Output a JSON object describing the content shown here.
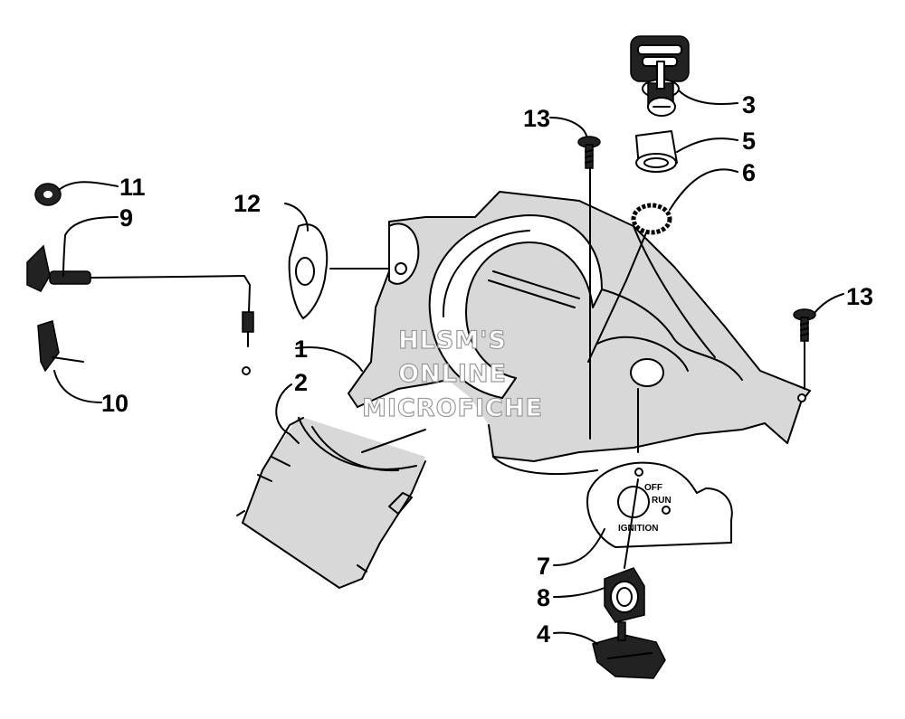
{
  "diagram": {
    "callouts": [
      "1",
      "2",
      "3",
      "4",
      "5",
      "6",
      "7",
      "8",
      "9",
      "10",
      "11",
      "12",
      "13",
      "13"
    ],
    "decal": {
      "off": "OFF",
      "run": "RUN",
      "ignition": "IGNITION"
    },
    "watermark": [
      "HLSM'S",
      "ONLINE",
      "MICROFICHE"
    ]
  }
}
